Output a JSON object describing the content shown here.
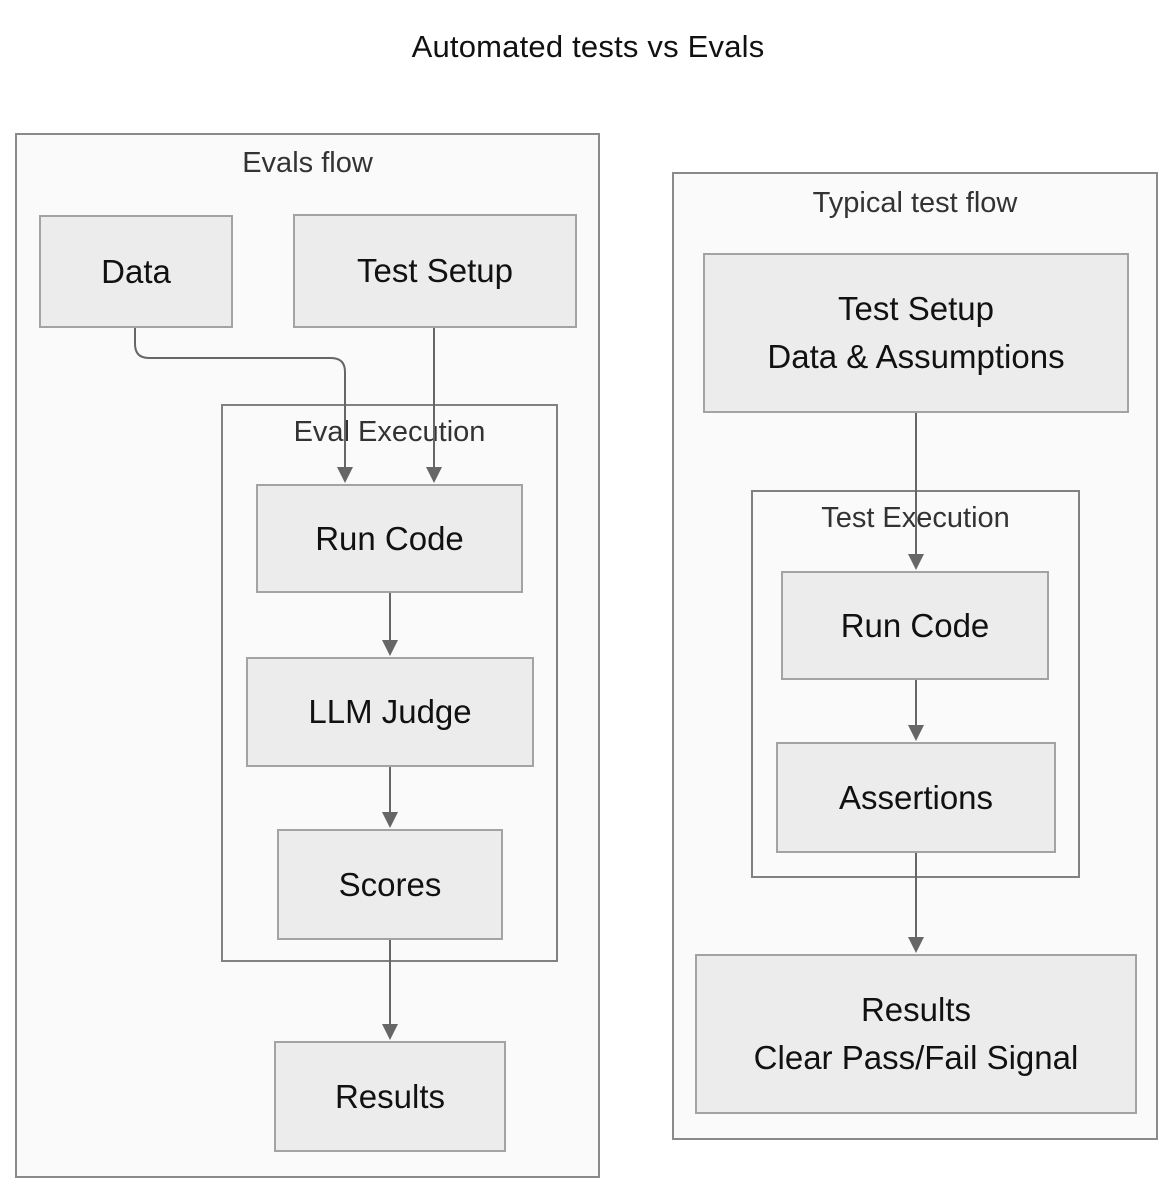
{
  "title": "Automated tests vs Evals",
  "evals_flow": {
    "label": "Evals flow",
    "data_node": "Data",
    "test_setup_node": "Test Setup",
    "execution": {
      "label": "Eval Execution",
      "run_code_node": "Run Code",
      "llm_judge_node": "LLM Judge",
      "scores_node": "Scores"
    },
    "results_node": "Results"
  },
  "typical_test_flow": {
    "label": "Typical test flow",
    "test_setup_node": {
      "line1": "Test Setup",
      "line2": "Data & Assumptions"
    },
    "execution": {
      "label": "Test Execution",
      "run_code_node": "Run Code",
      "assertions_node": "Assertions"
    },
    "results_node": {
      "line1": "Results",
      "line2": "Clear Pass/Fail Signal"
    }
  },
  "edges": [
    {
      "from": "Data",
      "to": "Run Code",
      "flow": "evals"
    },
    {
      "from": "Test Setup",
      "to": "Run Code",
      "flow": "evals"
    },
    {
      "from": "Run Code",
      "to": "LLM Judge",
      "flow": "evals"
    },
    {
      "from": "LLM Judge",
      "to": "Scores",
      "flow": "evals"
    },
    {
      "from": "Scores",
      "to": "Results",
      "flow": "evals"
    },
    {
      "from": "Test Setup Data & Assumptions",
      "to": "Run Code",
      "flow": "typical"
    },
    {
      "from": "Run Code",
      "to": "Assertions",
      "flow": "typical"
    },
    {
      "from": "Assertions",
      "to": "Results Clear Pass/Fail Signal",
      "flow": "typical"
    }
  ],
  "colors": {
    "node_fill": "#ececec",
    "node_border": "#a3a3a3",
    "container_fill": "#fafafa",
    "container_border": "#8a8a8a",
    "subcontainer_border": "#818181",
    "arrow": "#666666",
    "node_text": "#111111",
    "label_text": "#333333",
    "page_bg": "#ffffff"
  }
}
